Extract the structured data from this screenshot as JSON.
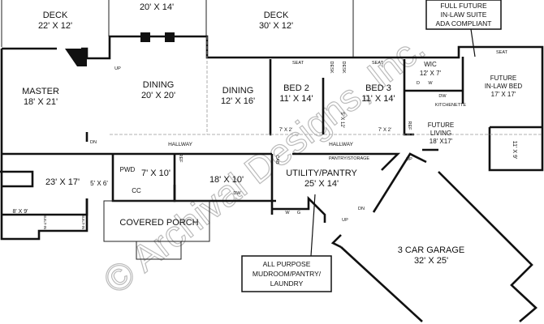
{
  "rooms": {
    "top_room_size": "20' X 14'",
    "deck_left": {
      "name": "DECK",
      "size": "22' X 12'"
    },
    "deck_right": {
      "name": "DECK",
      "size": "30' X 12'"
    },
    "master": {
      "name": "MASTER",
      "size": "18' X 21'"
    },
    "dining_main": {
      "name": "DINING",
      "size": "20' X 20'"
    },
    "dining_side": {
      "name": "DINING",
      "size": "12' X 16'"
    },
    "bed2": {
      "name": "BED 2",
      "size": "11' X 14'"
    },
    "bed3": {
      "name": "BED 3",
      "size": "11' X 14'"
    },
    "wic": {
      "name": "WIC",
      "size": "12' X 7'"
    },
    "inlaw_bed": {
      "name1": "FUTURE",
      "name2": "IN-LAW BED",
      "size": "17' X 17'"
    },
    "future_living": {
      "name1": "FUTURE",
      "name2": "LIVING",
      "size": "18' X17'"
    },
    "kitchenette": "KITCHENETTE",
    "inlaw_bath": "11' X 9'",
    "hallway_left": "HALLWAY",
    "hallway_right": "HALLWAY",
    "pantry_storage": "PANTRY/STORAGE",
    "utility": {
      "name": "UTILITY/PANTRY",
      "size": "25' X 14'"
    },
    "master_bath": "23' X 17'",
    "wc": "5' X 6'",
    "closet_master": "8' X 9'",
    "pwd": "PWD",
    "foyer": "7' X 10'",
    "cc": "CC",
    "kitchen": "18' X 10'",
    "covered_porch": "COVERED PORCH",
    "garage": {
      "name": "3 CAR GARAGE",
      "size": "32' X 25'"
    },
    "closet_bed2": "7' X 2'",
    "closet_bed3": "7' X 2'",
    "bath_shared": "5' X 12'"
  },
  "fixtures": {
    "seat": "SEAT",
    "desk": "DESK",
    "up": "UP",
    "dn": "DN",
    "ref": "REF",
    "cab": "CAB",
    "dw": "DW",
    "d": "D",
    "w": "W",
    "g": "G",
    "built_in": "BUILT-IN"
  },
  "callouts": {
    "inlaw": [
      "FULL FUTURE",
      "IN-LAW SUITE",
      "ADA COMPLIANT"
    ],
    "mudroom": [
      "ALL PURPOSE",
      "MUDROOM/PANTRY/",
      "LAUNDRY"
    ]
  },
  "watermark": "© Archival Designs, Inc."
}
